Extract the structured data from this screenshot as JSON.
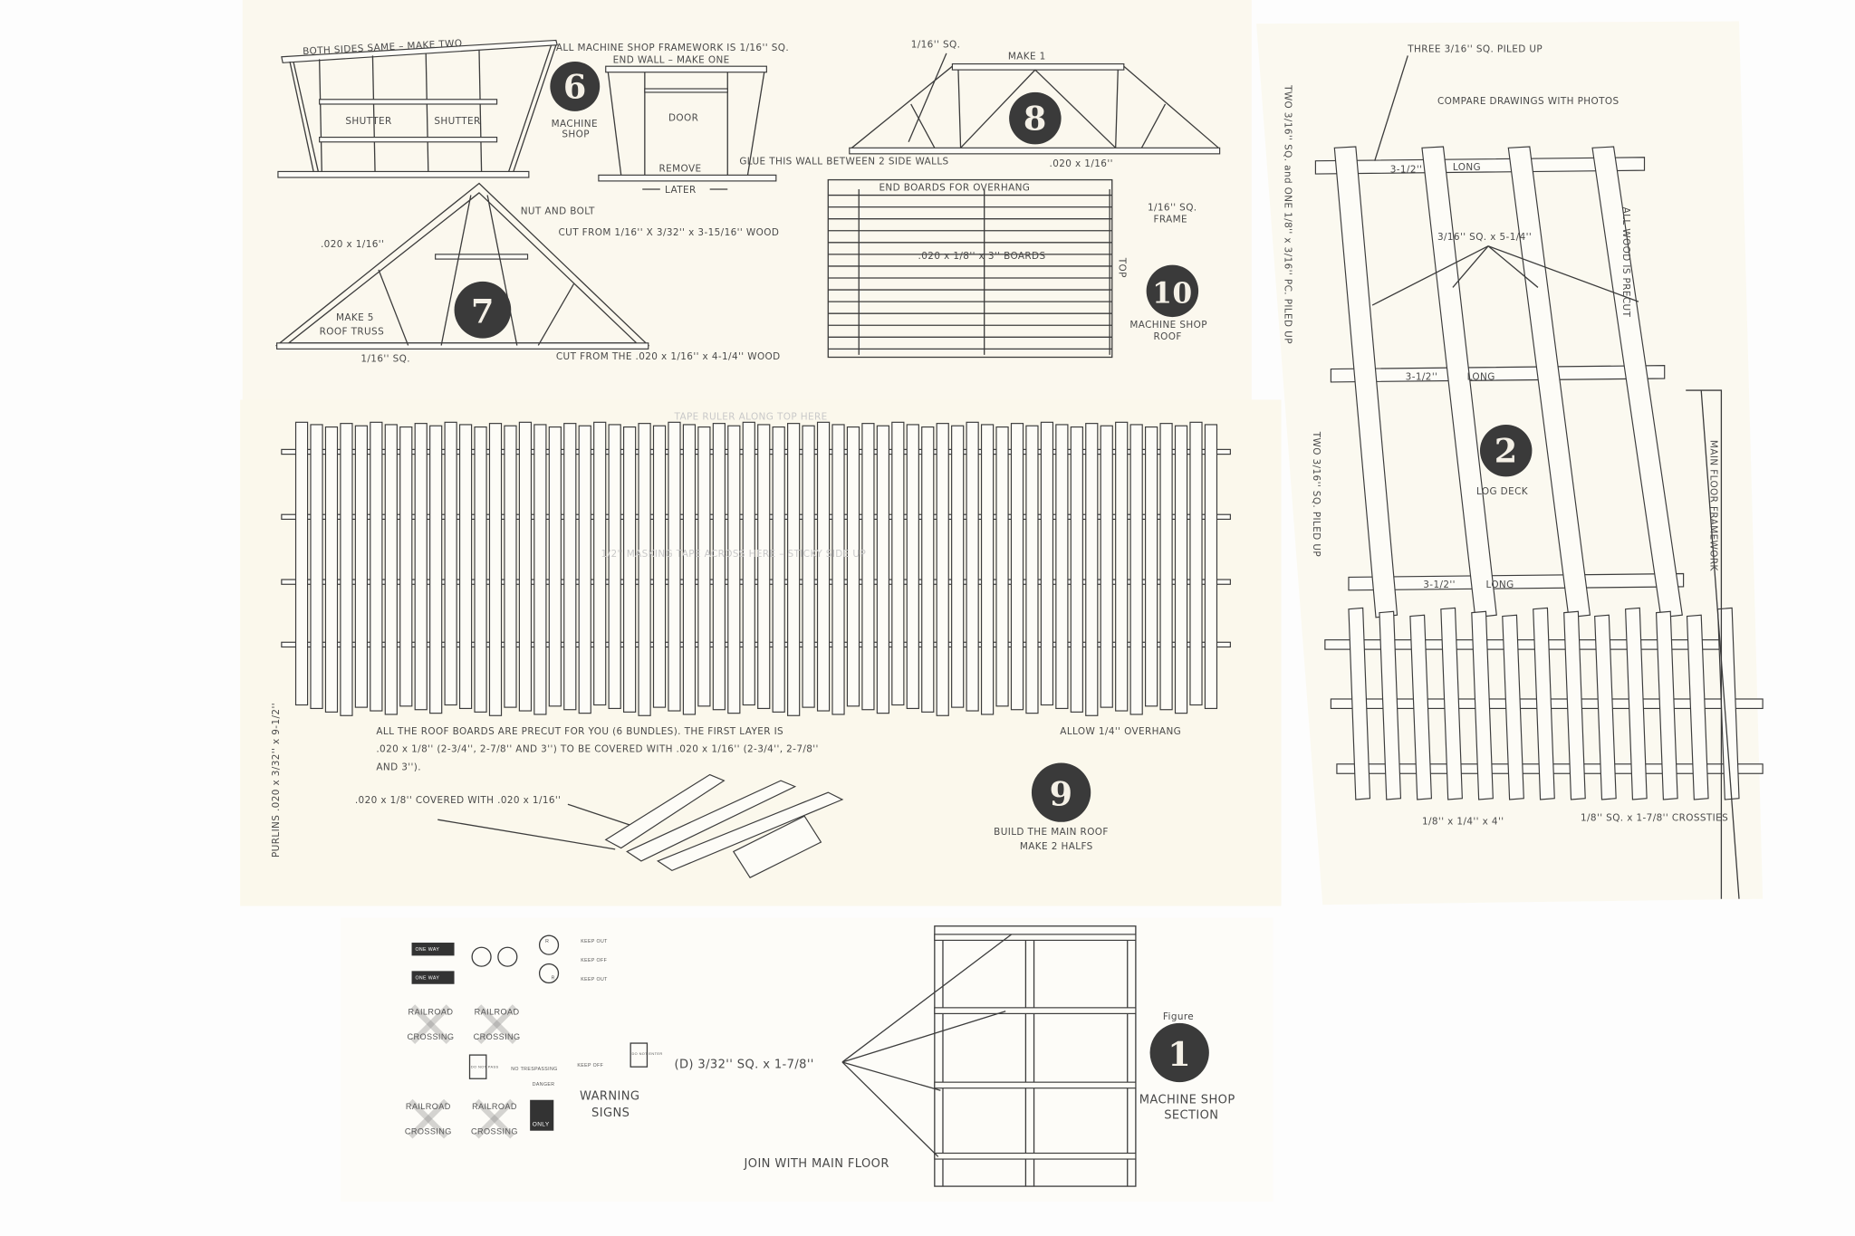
{
  "colors": {
    "paper": "#fbf8ee",
    "background": "#fdfdfd",
    "ink": "#3c3c3c",
    "badge": "#3a3a3a"
  },
  "step6": {
    "top_note": "BOTH SIDES SAME – MAKE TWO",
    "framework_note": "ALL MACHINE SHOP FRAMEWORK IS 1/16'' SQ.",
    "end_wall": "END WALL – MAKE ONE",
    "shutter_left": "SHUTTER",
    "shutter_right": "SHUTTER",
    "number": "6",
    "label_line1": "MACHINE",
    "label_line2": "SHOP",
    "door": "DOOR",
    "remove": "REMOVE",
    "later": "LATER",
    "glue_note": "GLUE THIS WALL BETWEEN 2 SIDE WALLS"
  },
  "step8": {
    "sq_note": "1/16'' SQ.",
    "make": "MAKE 1",
    "number": "8",
    "size_note": ".020 x 1/16''"
  },
  "step7": {
    "nut_bolt": "NUT  AND BOLT",
    "cut_note": "CUT FROM 1/16'' X 3/32'' x 3-15/16'' WOOD",
    "size_note": ".020 x 1/16''",
    "make_line1": "MAKE 5",
    "make_line2": "ROOF TRUSS",
    "number": "7",
    "sq_note": "1/16'' SQ.",
    "cut_note2": "CUT FROM THE .020 x 1/16'' x 4-1/4'' WOOD"
  },
  "step10": {
    "end_boards": "END BOARDS FOR OVERHANG",
    "frame_line1": "1/16'' SQ.",
    "frame_line2": "FRAME",
    "boards": ".020 x 1/8'' x 3'' BOARDS",
    "top": "TOP",
    "number": "10",
    "label_line1": "MACHINE SHOP",
    "label_line2": "ROOF"
  },
  "step9": {
    "tape_ruler": "TAPE RULER ALONG TOP HERE",
    "masking_tape": "1/2'' MASKING TAPE ACROSS HERE – STICKY SIDE UP",
    "purlins": "PURLINS .020 x 3/32'' x 9-1/2''",
    "note_line1": "ALL THE ROOF BOARDS ARE PRECUT FOR YOU (6 BUNDLES).  THE FIRST LAYER IS",
    "note_line2": ".020 x 1/8'' (2-3/4'', 2-7/8'' AND 3'') TO BE COVERED WITH .020 x 1/16'' (2-3/4'', 2-7/8''",
    "note_line3": "AND 3'').",
    "overhang": "ALLOW 1/4'' OVERHANG",
    "covered": ".020 x 1/8'' COVERED WITH .020 x 1/16''",
    "number": "9",
    "label_line1": "BUILD THE MAIN ROOF",
    "label_line2": "MAKE 2 HALFS"
  },
  "step2": {
    "three_piled": "THREE 3/16'' SQ. PILED UP",
    "compare": "COMPARE DRAWINGS WITH PHOTOS",
    "two_and_one": "TWO 3/16'' SQ. and ONE 1/8'' x 3/16'' PC. PILED UP",
    "length": "3-1/2''",
    "long": "LONG",
    "log_size": "3/16'' SQ. x 5-1/4''",
    "precut": "ALL WOOD IS PRECUT",
    "number": "2",
    "label": "LOG DECK",
    "two_piled": "TWO 3/16'' SQ. PILED UP",
    "main_floor": "MAIN FLOOR FRAMEWORK",
    "rail_size": "1/8'' x 1/4'' x 4''",
    "crossties": "1/8'' SQ. x 1-7/8'' CROSSTIES"
  },
  "signs": {
    "one_way": "ONE WAY",
    "rr": "R",
    "keep_out": "KEEP OUT",
    "keep_off": "KEEP OFF",
    "railroad": "RAILROAD",
    "crossing": "CROSSING",
    "do_not_pass": "DO NOT PASS",
    "no_trespassing": "NO TRESPASSING",
    "danger": "DANGER",
    "do_not_enter": "DO NOT ENTER",
    "only": "ONLY",
    "title_line1": "WARNING",
    "title_line2": "SIGNS"
  },
  "step1": {
    "member": "(D)  3/32'' SQ. x 1-7/8''",
    "join": "JOIN WITH MAIN FLOOR",
    "figure": "Figure",
    "number": "1",
    "label_line1": "MACHINE SHOP",
    "label_line2": "SECTION"
  }
}
